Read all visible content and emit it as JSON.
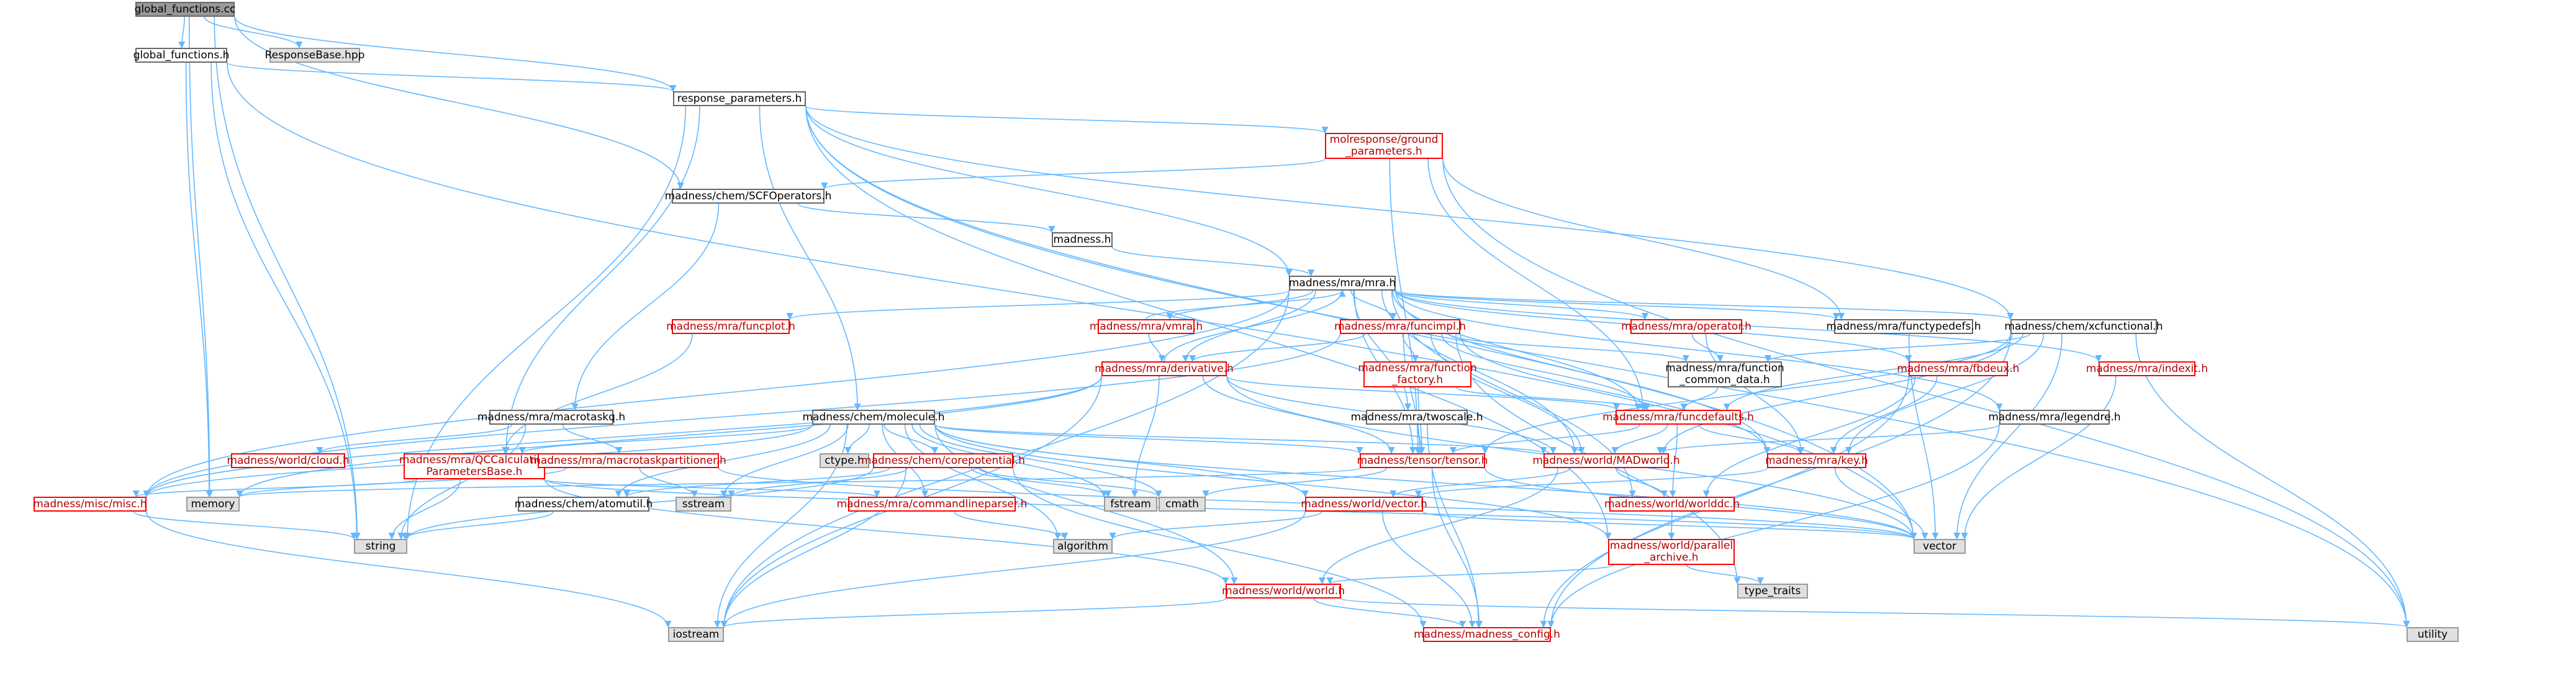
{
  "graph": {
    "root": "global_functions.cc",
    "edge_color": "#63b8ff",
    "node_border_internal": "#666666",
    "node_border_incomplete": "#ff0000",
    "node_fill_external": "#e0e0e0",
    "node_fill_root": "#999999",
    "nodes": [
      {
        "id": "n0",
        "label": "global_functions.cc",
        "kind": "root"
      },
      {
        "id": "n1",
        "label": "global_functions.h",
        "kind": "normal"
      },
      {
        "id": "n2",
        "label": "ResponseBase.hpp",
        "kind": "ext"
      },
      {
        "id": "n3",
        "label": "response_parameters.h",
        "kind": "normal"
      },
      {
        "id": "n4",
        "label": "molresponse/ground\n_parameters.h",
        "kind": "red"
      },
      {
        "id": "n5",
        "label": "madness/chem/SCFOperators.h",
        "kind": "normal"
      },
      {
        "id": "n6",
        "label": "madness.h",
        "kind": "normal"
      },
      {
        "id": "n7",
        "label": "madness/mra/mra.h",
        "kind": "normal"
      },
      {
        "id": "n8",
        "label": "madness/mra/funcplot.h",
        "kind": "red"
      },
      {
        "id": "n9",
        "label": "madness/mra/vmra.h",
        "kind": "red"
      },
      {
        "id": "n10",
        "label": "madness/mra/funcimpl.h",
        "kind": "red"
      },
      {
        "id": "n11",
        "label": "madness/mra/operator.h",
        "kind": "red"
      },
      {
        "id": "n12",
        "label": "madness/mra/functypedefs.h",
        "kind": "normal"
      },
      {
        "id": "n13",
        "label": "madness/chem/xcfunctional.h",
        "kind": "normal"
      },
      {
        "id": "n14",
        "label": "madness/mra/derivative.h",
        "kind": "red"
      },
      {
        "id": "n15",
        "label": "madness/mra/function\n_factory.h",
        "kind": "red"
      },
      {
        "id": "n16",
        "label": "madness/mra/function\n_common_data.h",
        "kind": "normal"
      },
      {
        "id": "n17",
        "label": "madness/mra/fbdeux.h",
        "kind": "red"
      },
      {
        "id": "n18",
        "label": "madness/mra/indexit.h",
        "kind": "red"
      },
      {
        "id": "n19",
        "label": "madness/mra/macrotaskq.h",
        "kind": "normal"
      },
      {
        "id": "n20",
        "label": "madness/chem/molecule.h",
        "kind": "normal"
      },
      {
        "id": "n21",
        "label": "madness/mra/twoscale.h",
        "kind": "normal"
      },
      {
        "id": "n22",
        "label": "madness/mra/funcdefaults.h",
        "kind": "red"
      },
      {
        "id": "n23",
        "label": "madness/mra/legendre.h",
        "kind": "normal"
      },
      {
        "id": "n24",
        "label": "madness/world/cloud.h",
        "kind": "red"
      },
      {
        "id": "n25",
        "label": "madness/mra/QCCalculation\nParametersBase.h",
        "kind": "red"
      },
      {
        "id": "n26",
        "label": "madness/mra/macrotaskpartitioner.h",
        "kind": "red"
      },
      {
        "id": "n27",
        "label": "ctype.h",
        "kind": "ext"
      },
      {
        "id": "n28",
        "label": "madness/chem/corepotential.h",
        "kind": "red"
      },
      {
        "id": "n29",
        "label": "madness/tensor/tensor.h",
        "kind": "red"
      },
      {
        "id": "n30",
        "label": "madness/world/MADworld.h",
        "kind": "red"
      },
      {
        "id": "n31",
        "label": "madness/mra/key.h",
        "kind": "red"
      },
      {
        "id": "n32",
        "label": "madness/misc/misc.h",
        "kind": "red"
      },
      {
        "id": "n33",
        "label": "memory",
        "kind": "ext"
      },
      {
        "id": "n34",
        "label": "sstream",
        "kind": "ext"
      },
      {
        "id": "n35",
        "label": "madness/chem/atomutil.h",
        "kind": "normal"
      },
      {
        "id": "n36",
        "label": "fstream",
        "kind": "ext"
      },
      {
        "id": "n37",
        "label": "cmath",
        "kind": "ext"
      },
      {
        "id": "n38",
        "label": "madness/mra/commandlineparser.h",
        "kind": "red"
      },
      {
        "id": "n39",
        "label": "madness/world/vector.h",
        "kind": "red"
      },
      {
        "id": "n40",
        "label": "madness/world/worlddc.h",
        "kind": "red"
      },
      {
        "id": "n41",
        "label": "string",
        "kind": "ext"
      },
      {
        "id": "n42",
        "label": "algorithm",
        "kind": "ext"
      },
      {
        "id": "n43",
        "label": "vector",
        "kind": "ext"
      },
      {
        "id": "n44",
        "label": "madness/world/parallel\n_archive.h",
        "kind": "red"
      },
      {
        "id": "n45",
        "label": "type_traits",
        "kind": "ext"
      },
      {
        "id": "n46",
        "label": "madness/world/world.h",
        "kind": "red"
      },
      {
        "id": "n47",
        "label": "iostream",
        "kind": "ext"
      },
      {
        "id": "n48",
        "label": "madness/madness_config.h",
        "kind": "red"
      },
      {
        "id": "n49",
        "label": "utility",
        "kind": "ext"
      }
    ],
    "edges": [
      [
        "n0",
        "n1"
      ],
      [
        "n0",
        "n2"
      ],
      [
        "n0",
        "n3"
      ],
      [
        "n0",
        "n5"
      ],
      [
        "n0",
        "n33"
      ],
      [
        "n0",
        "n41"
      ],
      [
        "n1",
        "n3"
      ],
      [
        "n1",
        "n33"
      ],
      [
        "n1",
        "n41"
      ],
      [
        "n1",
        "n43"
      ],
      [
        "n3",
        "n4"
      ],
      [
        "n3",
        "n7"
      ],
      [
        "n3",
        "n13"
      ],
      [
        "n3",
        "n20"
      ],
      [
        "n3",
        "n25"
      ],
      [
        "n3",
        "n41"
      ],
      [
        "n3",
        "n43"
      ],
      [
        "n3",
        "n49"
      ],
      [
        "n3",
        "n44"
      ],
      [
        "n4",
        "n5"
      ],
      [
        "n4",
        "n12"
      ],
      [
        "n4",
        "n29"
      ],
      [
        "n4",
        "n22"
      ],
      [
        "n4",
        "n49"
      ],
      [
        "n5",
        "n6"
      ],
      [
        "n5",
        "n19"
      ],
      [
        "n6",
        "n7"
      ],
      [
        "n7",
        "n8"
      ],
      [
        "n7",
        "n9"
      ],
      [
        "n7",
        "n10"
      ],
      [
        "n7",
        "n11"
      ],
      [
        "n7",
        "n12"
      ],
      [
        "n7",
        "n13"
      ],
      [
        "n7",
        "n14"
      ],
      [
        "n7",
        "n18"
      ],
      [
        "n7",
        "n17"
      ],
      [
        "n7",
        "n23"
      ],
      [
        "n7",
        "n29"
      ],
      [
        "n7",
        "n30"
      ],
      [
        "n7",
        "n31"
      ],
      [
        "n7",
        "n32"
      ],
      [
        "n7",
        "n22"
      ],
      [
        "n7",
        "n47"
      ],
      [
        "n7",
        "n21"
      ],
      [
        "n7",
        "n40"
      ],
      [
        "n8",
        "n25"
      ],
      [
        "n9",
        "n7"
      ],
      [
        "n9",
        "n14"
      ],
      [
        "n10",
        "n15"
      ],
      [
        "n10",
        "n16"
      ],
      [
        "n10",
        "n22"
      ],
      [
        "n10",
        "n30"
      ],
      [
        "n10",
        "n29"
      ],
      [
        "n10",
        "n31"
      ],
      [
        "n10",
        "n32"
      ],
      [
        "n10",
        "n45"
      ],
      [
        "n10",
        "n14"
      ],
      [
        "n11",
        "n16"
      ],
      [
        "n11",
        "n31"
      ],
      [
        "n12",
        "n43"
      ],
      [
        "n13",
        "n22"
      ],
      [
        "n13",
        "n29"
      ],
      [
        "n13",
        "n30"
      ],
      [
        "n13",
        "n43"
      ],
      [
        "n13",
        "n49"
      ],
      [
        "n13",
        "n48"
      ],
      [
        "n13",
        "n31"
      ],
      [
        "n13",
        "n16"
      ],
      [
        "n14",
        "n22"
      ],
      [
        "n14",
        "n29"
      ],
      [
        "n14",
        "n30"
      ],
      [
        "n14",
        "n36"
      ],
      [
        "n14",
        "n33"
      ],
      [
        "n14",
        "n47"
      ],
      [
        "n14",
        "n32"
      ],
      [
        "n14",
        "n43"
      ],
      [
        "n14",
        "n7"
      ],
      [
        "n15",
        "n29"
      ],
      [
        "n15",
        "n22"
      ],
      [
        "n16",
        "n22"
      ],
      [
        "n17",
        "n31"
      ],
      [
        "n17",
        "n48"
      ],
      [
        "n17",
        "n40"
      ],
      [
        "n18",
        "n43"
      ],
      [
        "n19",
        "n26"
      ],
      [
        "n19",
        "n24"
      ],
      [
        "n19",
        "n41"
      ],
      [
        "n20",
        "n25"
      ],
      [
        "n20",
        "n27"
      ],
      [
        "n20",
        "n28"
      ],
      [
        "n20",
        "n29"
      ],
      [
        "n20",
        "n30"
      ],
      [
        "n20",
        "n32"
      ],
      [
        "n20",
        "n34"
      ],
      [
        "n20",
        "n35"
      ],
      [
        "n20",
        "n36"
      ],
      [
        "n20",
        "n37"
      ],
      [
        "n20",
        "n38"
      ],
      [
        "n20",
        "n42"
      ],
      [
        "n20",
        "n43"
      ],
      [
        "n20",
        "n44"
      ],
      [
        "n20",
        "n47"
      ],
      [
        "n20",
        "n39"
      ],
      [
        "n20",
        "n46"
      ],
      [
        "n21",
        "n29"
      ],
      [
        "n21",
        "n48"
      ],
      [
        "n22",
        "n29"
      ],
      [
        "n22",
        "n30"
      ],
      [
        "n22",
        "n31"
      ],
      [
        "n22",
        "n40"
      ],
      [
        "n23",
        "n30"
      ],
      [
        "n23",
        "n48"
      ],
      [
        "n25",
        "n32"
      ],
      [
        "n25",
        "n38"
      ],
      [
        "n25",
        "n41"
      ],
      [
        "n25",
        "n43"
      ],
      [
        "n25",
        "n46"
      ],
      [
        "n26",
        "n34"
      ],
      [
        "n26",
        "n33"
      ],
      [
        "n26",
        "n43"
      ],
      [
        "n28",
        "n35"
      ],
      [
        "n28",
        "n37"
      ],
      [
        "n28",
        "n41"
      ],
      [
        "n28",
        "n47"
      ],
      [
        "n28",
        "n34"
      ],
      [
        "n28",
        "n36"
      ],
      [
        "n28",
        "n48"
      ],
      [
        "n29",
        "n37"
      ],
      [
        "n29",
        "n48"
      ],
      [
        "n29",
        "n43"
      ],
      [
        "n29",
        "n33"
      ],
      [
        "n30",
        "n40"
      ],
      [
        "n30",
        "n39"
      ],
      [
        "n30",
        "n46"
      ],
      [
        "n31",
        "n43"
      ],
      [
        "n31",
        "n39"
      ],
      [
        "n32",
        "n41"
      ],
      [
        "n32",
        "n47"
      ],
      [
        "n35",
        "n41"
      ],
      [
        "n38",
        "n42"
      ],
      [
        "n39",
        "n42"
      ],
      [
        "n39",
        "n43"
      ],
      [
        "n39",
        "n48"
      ],
      [
        "n39",
        "n47"
      ],
      [
        "n40",
        "n44"
      ],
      [
        "n44",
        "n45"
      ],
      [
        "n44",
        "n46"
      ],
      [
        "n46",
        "n47"
      ],
      [
        "n46",
        "n48"
      ],
      [
        "n46",
        "n49"
      ]
    ]
  }
}
